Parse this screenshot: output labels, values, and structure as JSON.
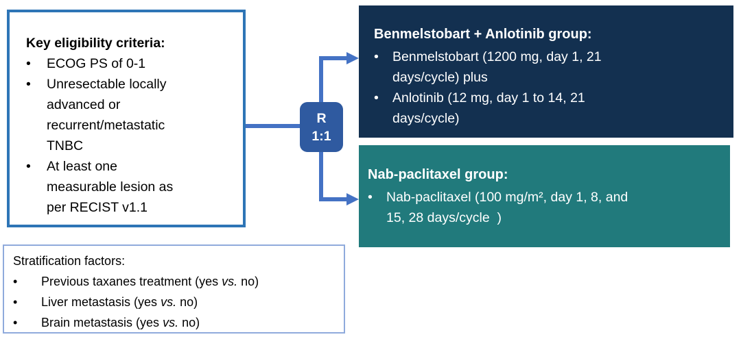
{
  "glyphs": {
    "bullet": "•"
  },
  "colors": {
    "navy_group_bg": "#133050",
    "teal_group_bg": "#217A7C",
    "randomization_bg": "#2F5AA0",
    "connector_blue": "#4472C4",
    "eligibility_border": "#2E75B6",
    "stratification_border": "#8FAADC"
  },
  "eligibility": {
    "title": "Key eligibility criteria:",
    "items": [
      "ECOG PS of 0-1",
      "Unresectable locally\nadvanced or\nrecurrent/metastatic\nTNBC",
      "At least one\nmeasurable lesion as\nper RECIST v1.1"
    ]
  },
  "randomization": {
    "letter": "R",
    "ratio": "1:1"
  },
  "groups": [
    {
      "title": "Benmelstobart + Anlotinib group:",
      "items": [
        "Benmelstobart (1200 mg, day 1, 21\ndays/cycle) plus",
        "Anlotinib (12 mg, day 1 to 14, 21\ndays/cycle)"
      ]
    },
    {
      "title": "Nab-paclitaxel group:",
      "items": [
        "Nab-paclitaxel (100 mg/m², day 1, 8, and\n15, 28 days/cycle  )"
      ]
    }
  ],
  "stratification": {
    "title": "Stratification factors:",
    "items": [
      {
        "pre": "Previous taxanes treatment (yes ",
        "vs": "vs.",
        "post": " no)"
      },
      {
        "pre": "Liver metastasis (yes ",
        "vs": "vs.",
        "post": " no)"
      },
      {
        "pre": "Brain metastasis (yes ",
        "vs": "vs.",
        "post": " no)"
      }
    ]
  }
}
